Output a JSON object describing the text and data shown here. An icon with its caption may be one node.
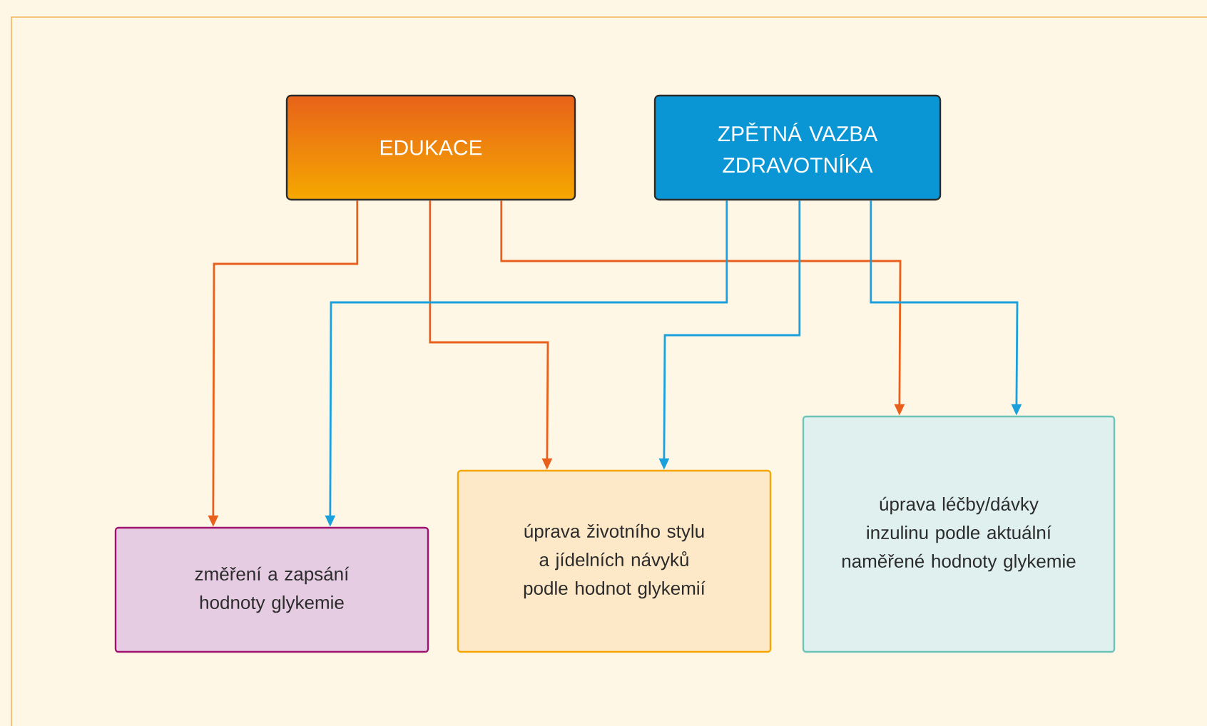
{
  "diagram": {
    "nodes": [
      {
        "text": [
          "EDUKACE"
        ]
      },
      {
        "text": [
          "ZPĚTNÁ VAZBA ZDRAVOTNÍKA"
        ]
      },
      {
        "text": [
          "změření a zapsání hodnoty glykemie"
        ]
      },
      {
        "text": [
          "úprava životního stylu a jídelních návyků podle hodnot glykemií"
        ]
      },
      {
        "text": [
          "úprava léčby/dávky inzulinu podle aktuální naměřené hodnoty glykemie"
        ]
      }
    ],
    "edges": [
      {
        "from": 0,
        "to": 2,
        "arrow": "to",
        "color": "#e8601c"
      },
      {
        "from": 0,
        "to": 3,
        "arrow": "to",
        "color": "#e8601c"
      },
      {
        "from": 0,
        "to": 4,
        "arrow": "to",
        "color": "#e8601c"
      },
      {
        "from": 1,
        "to": 2,
        "arrow": "to",
        "color": "#1aa0dc"
      },
      {
        "from": 1,
        "to": 3,
        "arrow": "to",
        "color": "#1aa0dc"
      },
      {
        "from": 1,
        "to": 4,
        "arrow": "to",
        "color": "#1aa0dc"
      }
    ]
  }
}
